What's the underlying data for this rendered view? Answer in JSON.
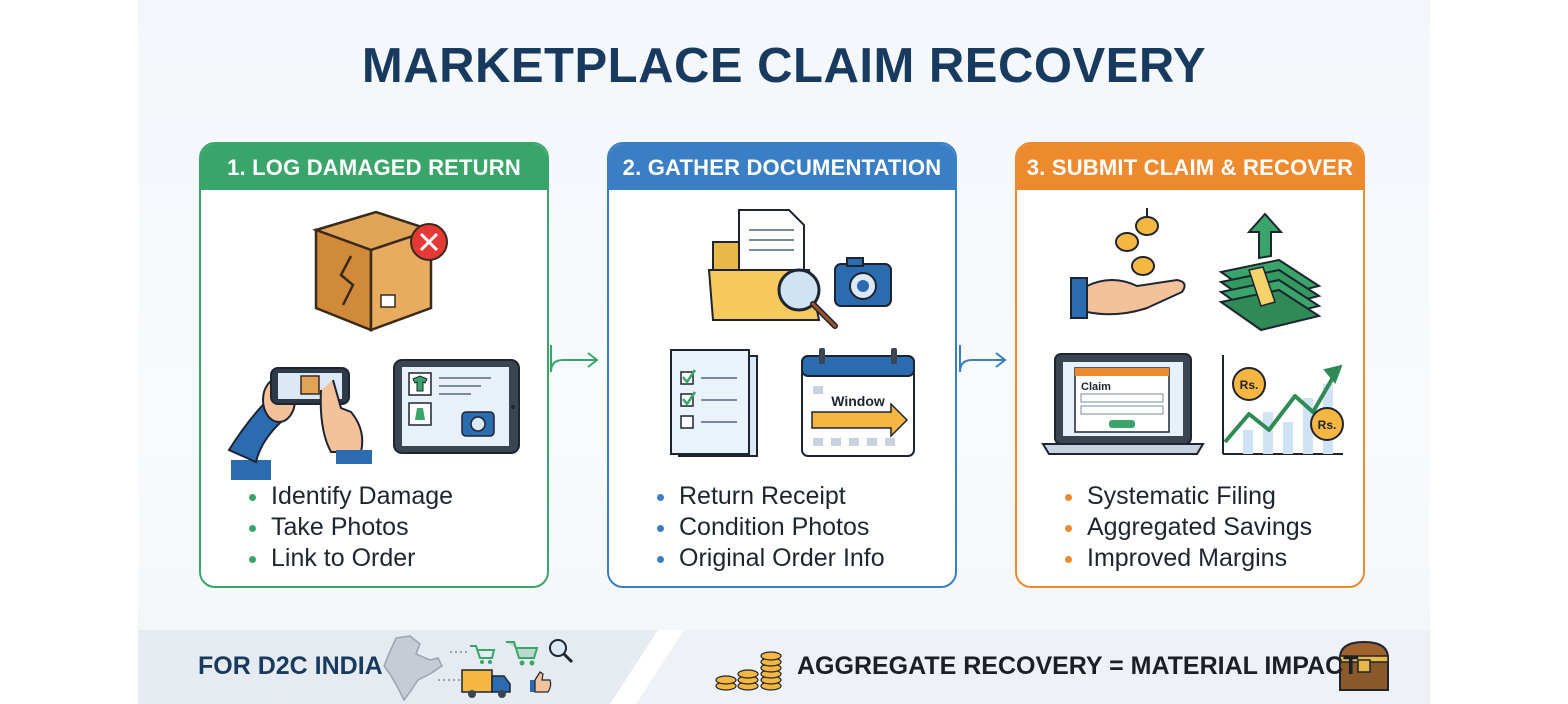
{
  "title": "MARKETPLACE CLAIM RECOVERY",
  "steps": [
    {
      "header": "1. LOG DAMAGED RETURN",
      "bullets": [
        "Identify Damage",
        "Take Photos",
        "Link to Order"
      ],
      "color": "#3aa56a"
    },
    {
      "header": "2. GATHER DOCUMENTATION",
      "bullets": [
        "Return Receipt",
        "Condition Photos",
        "Original Order Info"
      ],
      "color": "#3a7fc4",
      "calendar_label": "Window"
    },
    {
      "header": "3. SUBMIT CLAIM & RECOVER",
      "bullets": [
        "Systematic Filing",
        "Aggregated Savings",
        "Improved Margins"
      ],
      "color": "#ee8a2e",
      "laptop_label": "Claim",
      "coin_label": "Rs."
    }
  ],
  "footer": {
    "left_text": "FOR D2C INDIA",
    "right_text": "AGGREGATE RECOVERY = MATERIAL IMPACT"
  },
  "colors": {
    "title": "#173a5e",
    "green": "#3aa56a",
    "blue": "#3a7fc4",
    "orange": "#ee8a2e"
  }
}
